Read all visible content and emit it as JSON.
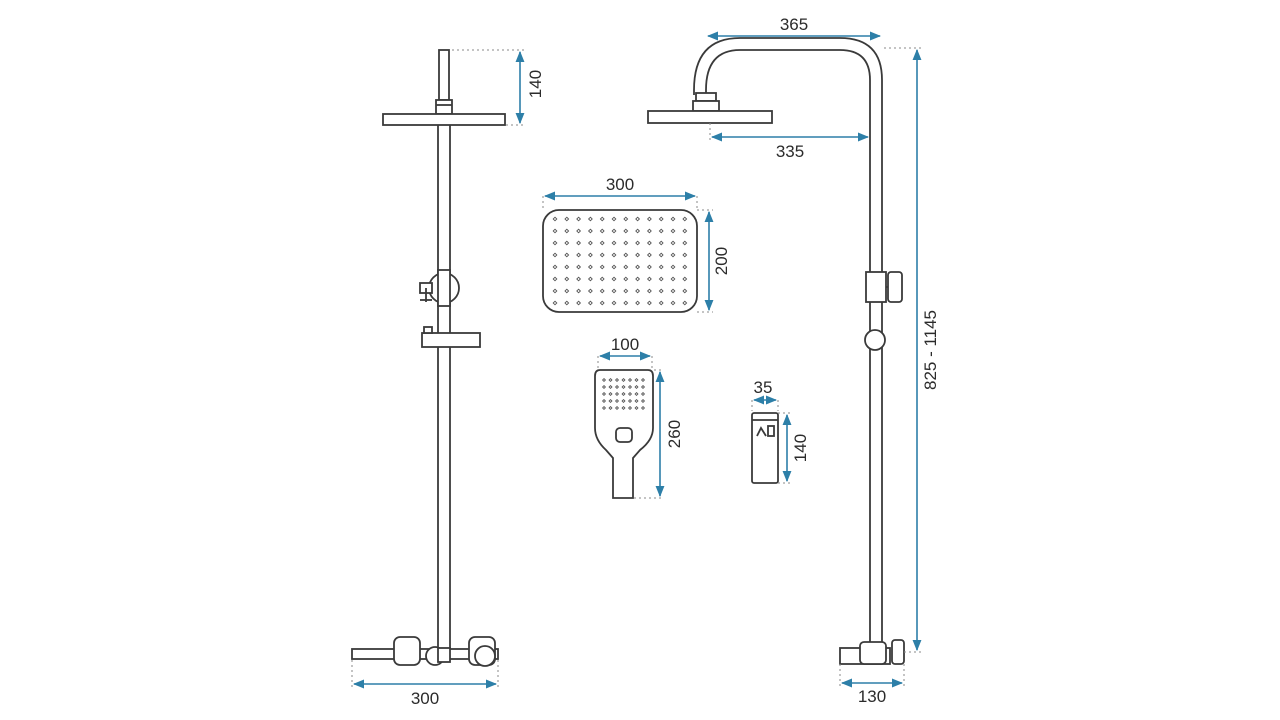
{
  "dimensions": {
    "front_height_top": "140",
    "front_width_bottom": "300",
    "side_arm_reach": "365",
    "side_head_projection": "335",
    "side_total_height": "825 - 1145",
    "side_bottom_depth": "130",
    "head_width": "300",
    "head_depth": "200",
    "handshower_width": "100",
    "handshower_length": "260",
    "holder_width": "35",
    "holder_height": "140"
  },
  "colors": {
    "dimension_line": "#2d7fa8",
    "object_line": "#3a3a3a",
    "background": "#ffffff"
  }
}
